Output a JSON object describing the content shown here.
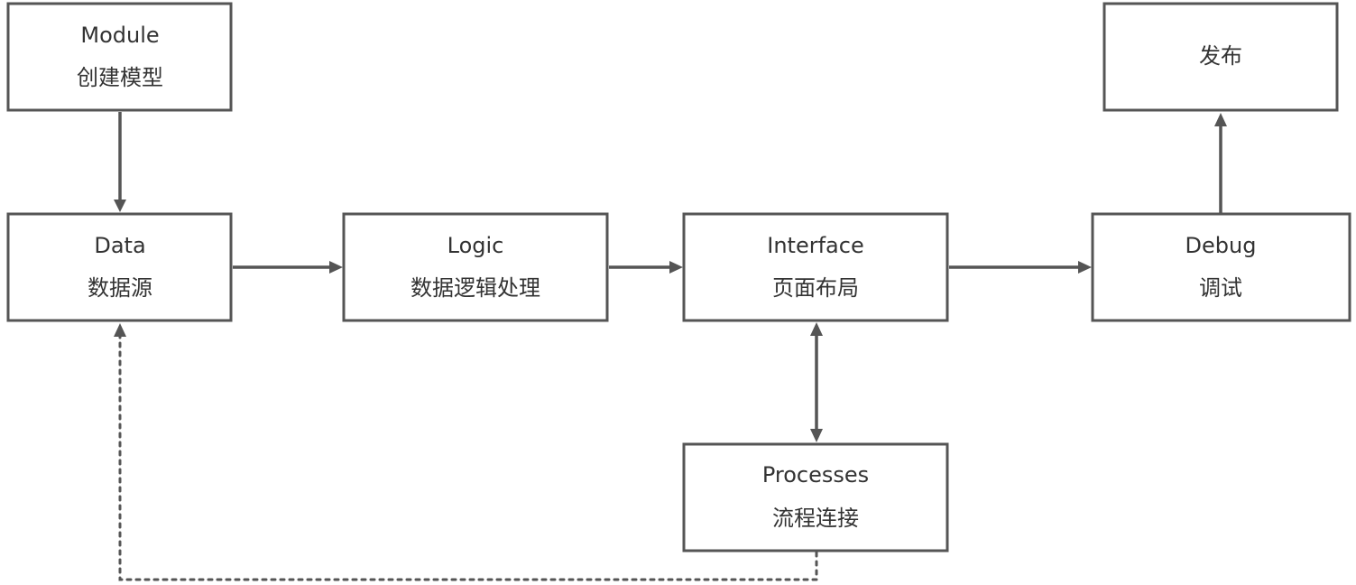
{
  "nodes": {
    "module": {
      "title": "Module",
      "subtitle": "创建模型"
    },
    "data": {
      "title": "Data",
      "subtitle": "数据源"
    },
    "logic": {
      "title": "Logic",
      "subtitle": "数据逻辑处理"
    },
    "interface": {
      "title": "Interface",
      "subtitle": "页面布局"
    },
    "debug": {
      "title": "Debug",
      "subtitle": "调试"
    },
    "publish": {
      "title": "",
      "subtitle": "发布"
    },
    "processes": {
      "title": "Processes",
      "subtitle": "流程连接"
    }
  },
  "edges": [
    {
      "from": "module",
      "to": "data",
      "style": "solid"
    },
    {
      "from": "data",
      "to": "logic",
      "style": "solid"
    },
    {
      "from": "logic",
      "to": "interface",
      "style": "solid"
    },
    {
      "from": "interface",
      "to": "debug",
      "style": "solid"
    },
    {
      "from": "debug",
      "to": "publish",
      "style": "solid"
    },
    {
      "from": "interface",
      "to": "processes",
      "style": "solid",
      "bidirectional": true
    },
    {
      "from": "processes",
      "to": "data",
      "style": "dotted"
    }
  ],
  "colors": {
    "stroke": "#555555",
    "text": "#333333",
    "background": "#ffffff"
  }
}
